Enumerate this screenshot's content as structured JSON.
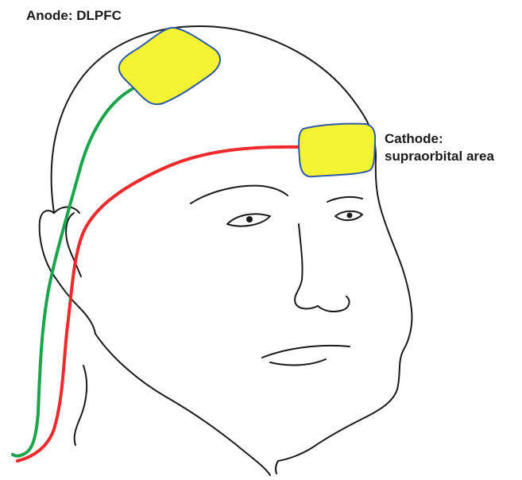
{
  "labels": {
    "anode": "Anode: DLPFC",
    "cathode_line1": "Cathode:",
    "cathode_line2": "supraorbital area"
  },
  "colors": {
    "outline": "#1a1a1a",
    "electrode_fill": "#f4f434",
    "electrode_border": "#2e5aa8",
    "anode_wire": "#1aa54b",
    "cathode_wire": "#ee2a2a",
    "background": "#ffffff"
  }
}
